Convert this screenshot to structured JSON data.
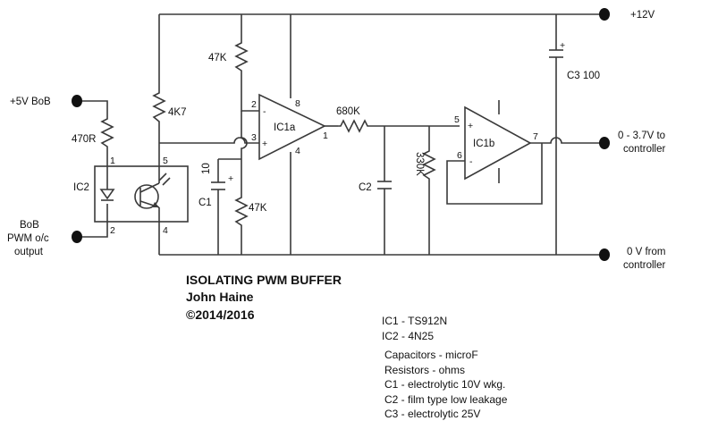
{
  "title": {
    "line1": "ISOLATING PWM BUFFER",
    "line2": "John Haine",
    "line3": "©2014/2016"
  },
  "terminals": {
    "plus12": "+12V",
    "bob5v": "+5V BoB",
    "bob_line1": "BoB",
    "bob_line2": "PWM o/c",
    "bob_line3": "output",
    "out_line1": "0 - 3.7V  to",
    "out_line2": "controller",
    "gnd_line1": "0 V from",
    "gnd_line2": "controller"
  },
  "components": {
    "r_470": "470R",
    "r_4k7": "4K7",
    "r_47k_top": "47K",
    "r_47k_bottom": "47K",
    "r_680k": "680K",
    "r_330k": "330K",
    "ic1a": "IC1a",
    "ic1b": "IC1b",
    "ic2": "IC2",
    "c1": "C1",
    "c1_value": "10",
    "c2": "C2",
    "c3": "C3 100"
  },
  "pins": {
    "ic2_p1": "1",
    "ic2_p2": "2",
    "ic2_p4": "4",
    "ic2_p5": "5",
    "ic1a_p1": "1",
    "ic1a_p2": "2",
    "ic1a_p3": "3",
    "ic1a_p4": "4",
    "ic1a_p8": "8",
    "ic1b_p5": "5",
    "ic1b_p6": "6",
    "ic1b_p7": "7",
    "minus": "-",
    "plus": "+"
  },
  "notes": {
    "ic_list": [
      "IC1 - TS912N",
      "IC2 - 4N25"
    ],
    "units": [
      "Capacitors - microF",
      "Resistors - ohms"
    ],
    "cap_list": [
      "C1 - electrolytic 10V wkg.",
      "C2 - film type low leakage",
      "C3 - electrolytic 25V"
    ]
  },
  "colors": {
    "ink": "#3a3a3a",
    "terminal": "#111111"
  }
}
